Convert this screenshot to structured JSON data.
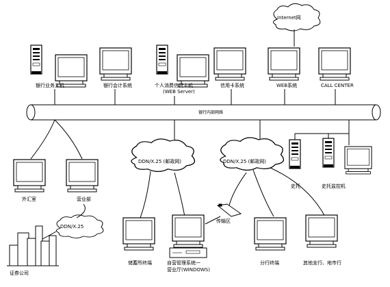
{
  "diagram": {
    "title": "",
    "backbone_label": "银行内部网络",
    "cloud_internet": "Internet网",
    "cloud_left": "DDN/X.25",
    "cloud_mid": "DDN/X.25 (邮政网)",
    "cloud_right": "DDN/X.25 (邮政网)",
    "top_nodes": [
      {
        "id": "n1",
        "label": "银行业务主机"
      },
      {
        "id": "n2",
        "label": "银行会计系统"
      },
      {
        "id": "n3",
        "label": "个人消费信贷主机",
        "sublabel": "(WEB Server)"
      },
      {
        "id": "n4",
        "label": "信用卡系统"
      },
      {
        "id": "n5",
        "label": "WEB系统"
      },
      {
        "id": "n6",
        "label": "CALL CENTER"
      }
    ],
    "left_nodes": [
      {
        "id": "l1",
        "label": "外汇室"
      },
      {
        "id": "l2",
        "label": "营业部"
      }
    ],
    "company_label": "证券公司",
    "bottom_nodes": [
      {
        "id": "b1",
        "label": "储蓄所终端"
      },
      {
        "id": "b2",
        "label": "自营管理系统一",
        "sublabel": "营业厅(WINDOWS)"
      },
      {
        "id": "b3",
        "label": "分行终端"
      },
      {
        "id": "b4",
        "label": "其他支行、地市行"
      }
    ],
    "modem_label": "传输区",
    "right_nodes": [
      {
        "id": "r1",
        "label": "史托"
      },
      {
        "id": "r2",
        "label": "史托监控机"
      }
    ]
  }
}
